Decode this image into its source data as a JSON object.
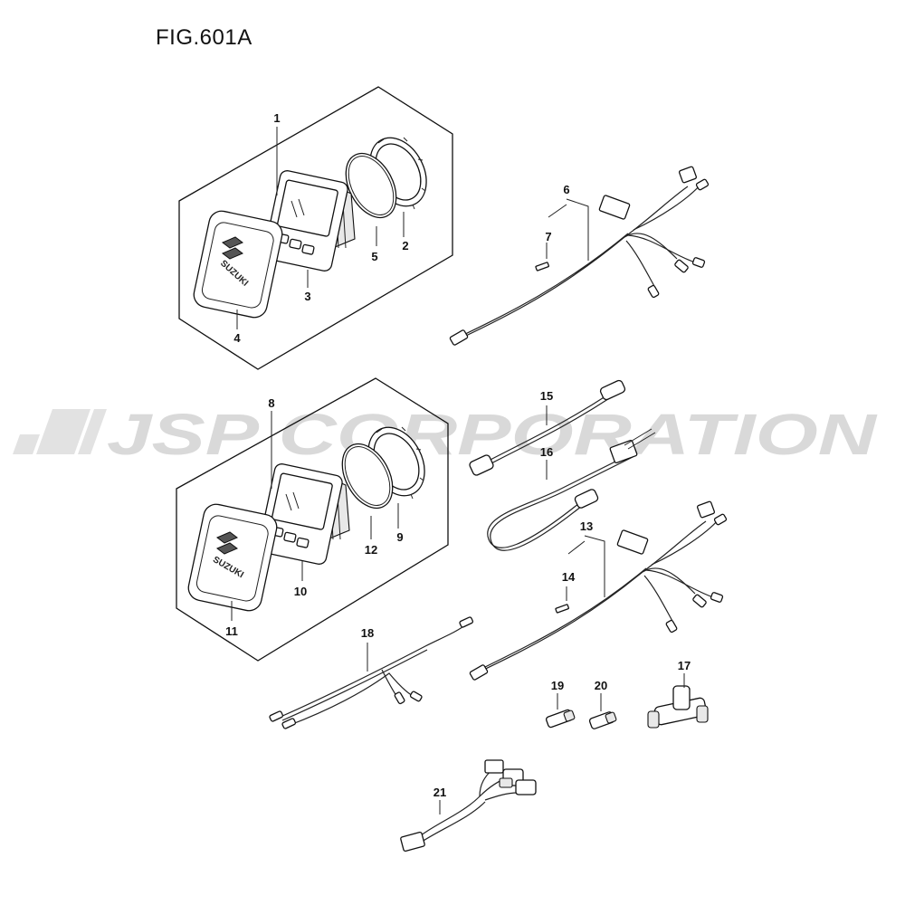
{
  "figure": {
    "title": "FIG.601A"
  },
  "watermark": {
    "text": "JSP CORPORATION",
    "color": "#d9d9d9"
  },
  "callouts": [
    {
      "id": "c1",
      "label": "1"
    },
    {
      "id": "c2",
      "label": "2"
    },
    {
      "id": "c3",
      "label": "3"
    },
    {
      "id": "c4",
      "label": "4"
    },
    {
      "id": "c5",
      "label": "5"
    },
    {
      "id": "c6",
      "label": "6"
    },
    {
      "id": "c7",
      "label": "7"
    },
    {
      "id": "c8",
      "label": "8"
    },
    {
      "id": "c9",
      "label": "9"
    },
    {
      "id": "c10",
      "label": "10"
    },
    {
      "id": "c11",
      "label": "11"
    },
    {
      "id": "c12",
      "label": "12"
    },
    {
      "id": "c13",
      "label": "13"
    },
    {
      "id": "c14",
      "label": "14"
    },
    {
      "id": "c15",
      "label": "15"
    },
    {
      "id": "c16",
      "label": "16"
    },
    {
      "id": "c17",
      "label": "17"
    },
    {
      "id": "c18",
      "label": "18"
    },
    {
      "id": "c19",
      "label": "19"
    },
    {
      "id": "c20",
      "label": "20"
    },
    {
      "id": "c21",
      "label": "21"
    }
  ],
  "logos": {
    "cover_upper": "SUZUKI",
    "cover_lower": "SUZUKI"
  }
}
